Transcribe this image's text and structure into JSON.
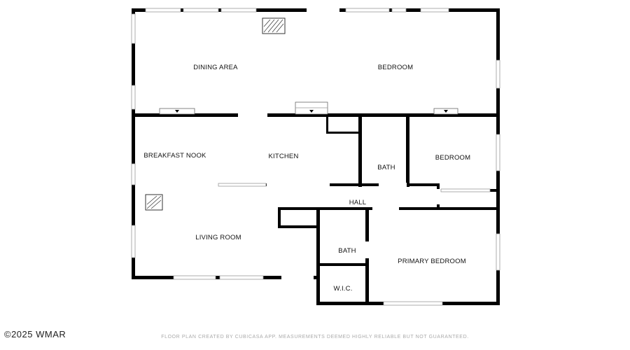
{
  "rooms": {
    "dining_area": "DINING AREA",
    "bedroom_top": "BEDROOM",
    "breakfast_nook": "BREAKFAST NOOK",
    "kitchen": "KITCHEN",
    "bath_upper": "BATH",
    "bedroom_right": "BEDROOM",
    "hall": "HALL",
    "living_room": "LIVING ROOM",
    "bath_lower": "BATH",
    "primary_bedroom": "PRIMARY BEDROOM",
    "wic": "W.I.C."
  },
  "watermark": "©2025 WMAR",
  "disclaimer": "FLOOR PLAN CREATED BY CUBICASA APP. MEASUREMENTS DEEMED HIGHLY RELIABLE BUT NOT GUARANTEED.",
  "colors": {
    "walls": "#000000",
    "windows": "#999999",
    "background": "#ffffff"
  }
}
